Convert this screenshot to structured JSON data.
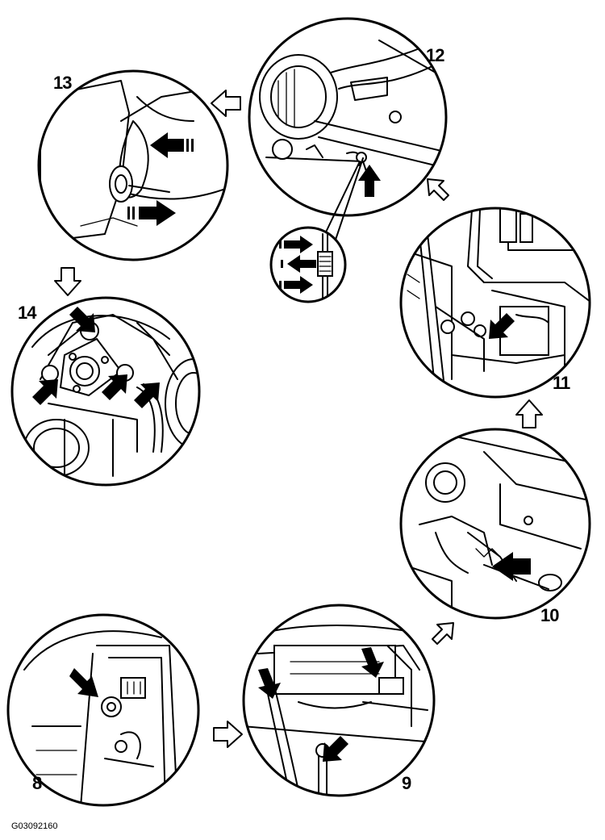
{
  "steps": [
    {
      "number": "8"
    },
    {
      "number": "9"
    },
    {
      "number": "10"
    },
    {
      "number": "11"
    },
    {
      "number": "12"
    },
    {
      "number": "13"
    },
    {
      "number": "14"
    }
  ],
  "figure_code": "G03092160"
}
